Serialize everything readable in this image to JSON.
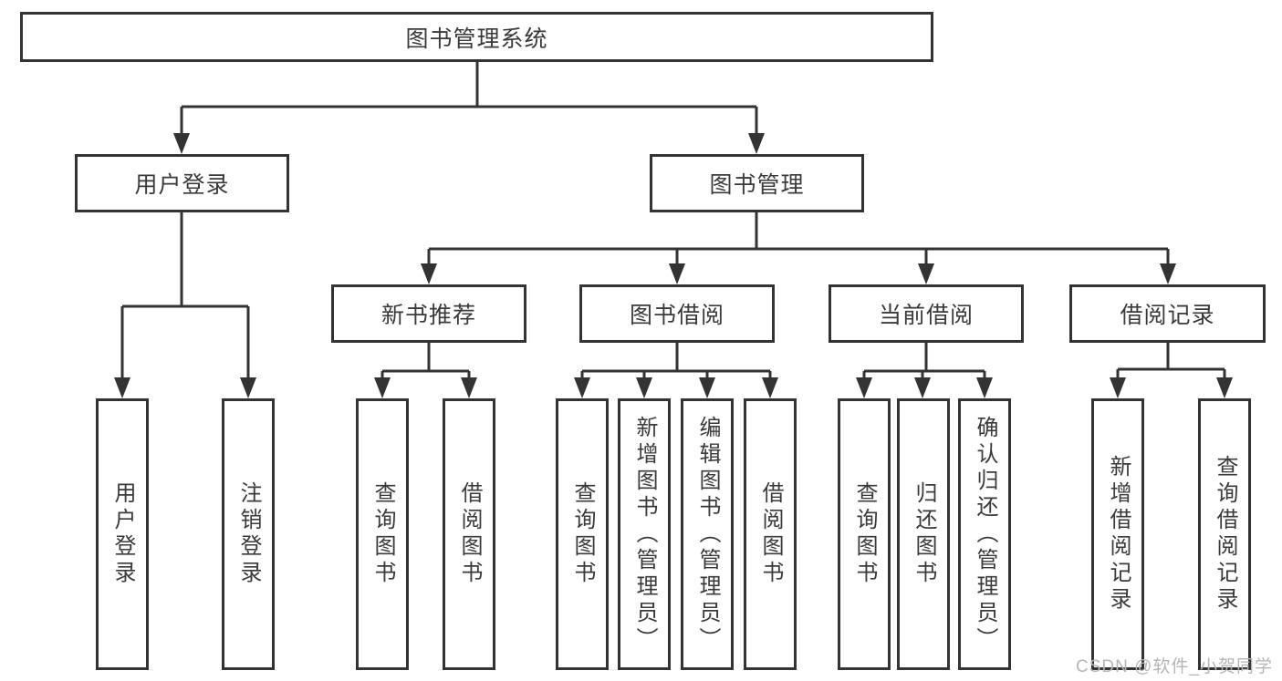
{
  "tree": {
    "label": "图书管理系统",
    "children": [
      {
        "label": "用户登录",
        "children": [
          {
            "label": "用户登录"
          },
          {
            "label": "注销登录"
          }
        ]
      },
      {
        "label": "图书管理",
        "children": [
          {
            "label": "新书推荐",
            "children": [
              {
                "label": "查询图书"
              },
              {
                "label": "借阅图书"
              }
            ]
          },
          {
            "label": "图书借阅",
            "children": [
              {
                "label": "查询图书"
              },
              {
                "label": "新增图书（管理员）"
              },
              {
                "label": "编辑图书（管理员）"
              },
              {
                "label": "借阅图书"
              }
            ]
          },
          {
            "label": "当前借阅",
            "children": [
              {
                "label": "查询图书"
              },
              {
                "label": "归还图书"
              },
              {
                "label": "确认归还（管理员）"
              }
            ]
          },
          {
            "label": "借阅记录",
            "children": [
              {
                "label": "新增借阅记录"
              },
              {
                "label": "查询借阅记录"
              }
            ]
          }
        ]
      }
    ]
  },
  "watermark": {
    "text": "CSDN @软件_小贺同学"
  },
  "colors": {
    "line": "#333333",
    "text": "#3a3a3a",
    "background": "#ffffff",
    "watermark": "#b5b5b5"
  }
}
